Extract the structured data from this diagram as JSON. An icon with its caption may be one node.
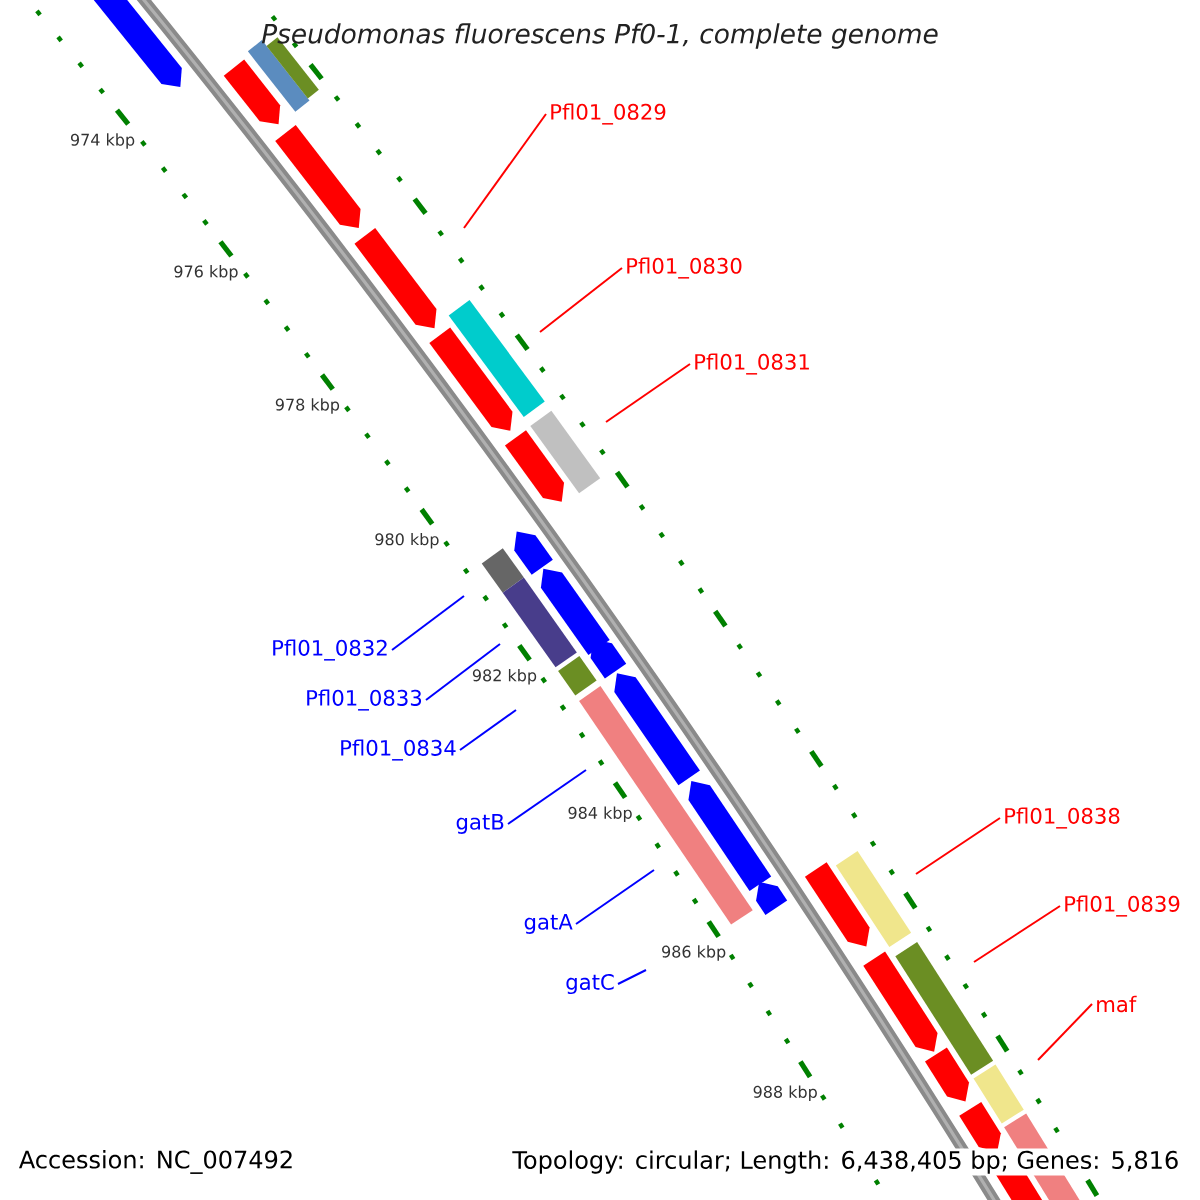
{
  "diagram": {
    "title": "Pseudomonas fluorescens Pf0-1, complete genome",
    "nodes": [
      {
        "text": [
          "Pfl01_0829"
        ]
      },
      {
        "text": [
          "Pfl01_0830"
        ]
      },
      {
        "text": [
          "Pfl01_0831"
        ]
      },
      {
        "text": [
          "Pfl01_0832"
        ]
      },
      {
        "text": [
          "Pfl01_0833"
        ]
      },
      {
        "text": [
          "Pfl01_0834"
        ]
      },
      {
        "text": [
          "gatB"
        ]
      },
      {
        "text": [
          "gatA"
        ]
      },
      {
        "text": [
          "gatC"
        ]
      },
      {
        "text": [
          "Pfl01_0838"
        ]
      },
      {
        "text": [
          "Pfl01_0839"
        ]
      },
      {
        "text": [
          "maf"
        ]
      }
    ],
    "edges": [
      {
        "from": 0,
        "to": null,
        "arrow": "none"
      },
      {
        "from": 1,
        "to": null,
        "arrow": "none"
      },
      {
        "from": 2,
        "to": null,
        "arrow": "none"
      },
      {
        "from": 3,
        "to": null,
        "arrow": "none",
        "color": "#0000ff"
      },
      {
        "from": 4,
        "to": null,
        "arrow": "none",
        "color": "#0000ff"
      },
      {
        "from": 5,
        "to": null,
        "arrow": "none",
        "color": "#0000ff"
      },
      {
        "from": 6,
        "to": null,
        "arrow": "none",
        "color": "#0000ff"
      },
      {
        "from": 7,
        "to": null,
        "arrow": "none",
        "color": "#0000ff"
      },
      {
        "from": 8,
        "to": null,
        "arrow": "none",
        "color": "#0000ff"
      },
      {
        "from": 9,
        "to": null,
        "arrow": "none"
      },
      {
        "from": 10,
        "to": null,
        "arrow": "none"
      },
      {
        "from": 11,
        "to": null,
        "arrow": "none"
      }
    ],
    "labels": [
      "974 kbp",
      "976 kbp",
      "978 kbp",
      "980 kbp",
      "982 kbp",
      "984 kbp",
      "986 kbp",
      "988 kbp",
      "Accession: NC_007492",
      "Topology: circular; Length: 6,438,405 bp; Genes: 5,816"
    ]
  }
}
